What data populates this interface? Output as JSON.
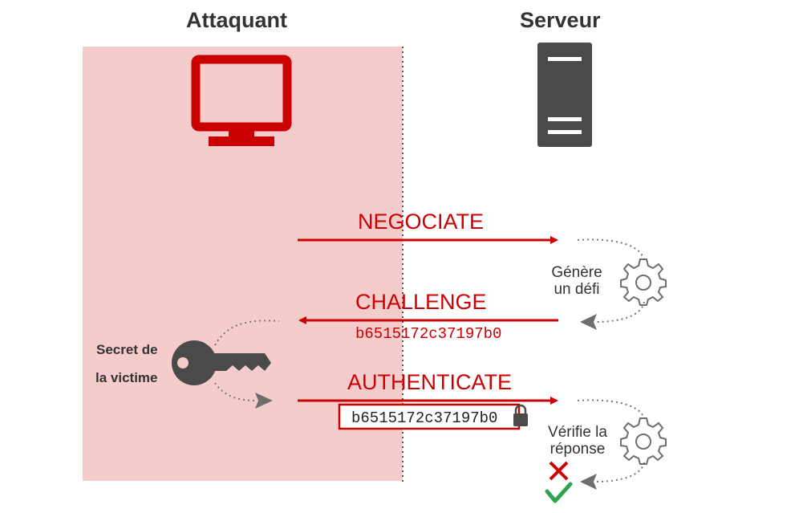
{
  "columns": {
    "attacker": "Attaquant",
    "server": "Serveur"
  },
  "messages": {
    "negotiate": "NEGOCIATE",
    "challenge": "CHALLENGE",
    "challenge_value": "b6515172c37197b0",
    "authenticate": "AUTHENTICATE",
    "authenticate_value": "b6515172c37197b0"
  },
  "server_steps": {
    "generate": [
      "Génère",
      "un défi"
    ],
    "verify": [
      "Vérifie la",
      "réponse"
    ]
  },
  "secret_label": [
    "Secret de",
    "la victime"
  ],
  "colors": {
    "attacker_zone": "#f5cccc",
    "accent": "#cc0000",
    "server": "#4a4a4a",
    "gray": "#6e6e6e",
    "success": "#2ea44f",
    "text": "#333333"
  },
  "icons": [
    "monitor-icon",
    "server-icon",
    "key-icon",
    "gear-icon",
    "lock-icon",
    "cross-icon",
    "check-icon"
  ]
}
